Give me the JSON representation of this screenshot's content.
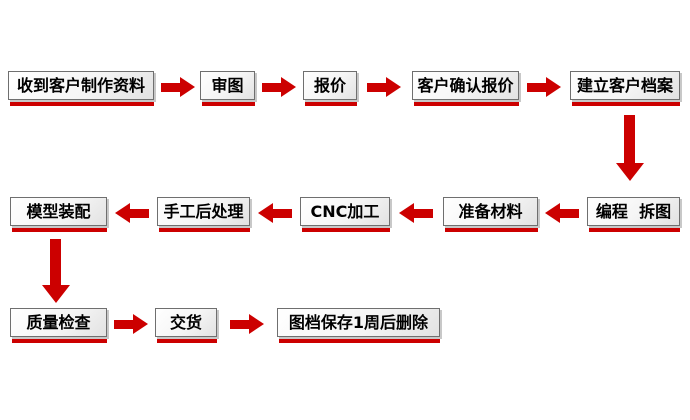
{
  "flow": {
    "background_color": "#ffffff",
    "arrow_color": "#cc0000",
    "node_border_color": "#6f6f6f",
    "node_underline_color": "#cc0000",
    "node_text_color": "#000000",
    "nodes": [
      {
        "label": "收到客户制作资料"
      },
      {
        "label": "审图"
      },
      {
        "label": "报价"
      },
      {
        "label": "客户确认报价"
      },
      {
        "label": "建立客户档案"
      },
      {
        "label": "编程  拆图"
      },
      {
        "label": "准备材料"
      },
      {
        "label": "CNC加工"
      },
      {
        "label": "手工后处理"
      },
      {
        "label": "模型装配"
      },
      {
        "label": "质量检查"
      },
      {
        "label": "交货"
      },
      {
        "label": "图档保存1周后删除"
      }
    ],
    "edges": [
      {
        "from": 0,
        "to": 1,
        "direction": "right"
      },
      {
        "from": 1,
        "to": 2,
        "direction": "right"
      },
      {
        "from": 2,
        "to": 3,
        "direction": "right"
      },
      {
        "from": 3,
        "to": 4,
        "direction": "right"
      },
      {
        "from": 4,
        "to": 5,
        "direction": "down"
      },
      {
        "from": 5,
        "to": 6,
        "direction": "left"
      },
      {
        "from": 6,
        "to": 7,
        "direction": "left"
      },
      {
        "from": 7,
        "to": 8,
        "direction": "left"
      },
      {
        "from": 8,
        "to": 9,
        "direction": "left"
      },
      {
        "from": 9,
        "to": 10,
        "direction": "down"
      },
      {
        "from": 10,
        "to": 11,
        "direction": "right"
      },
      {
        "from": 11,
        "to": 12,
        "direction": "right"
      }
    ]
  }
}
